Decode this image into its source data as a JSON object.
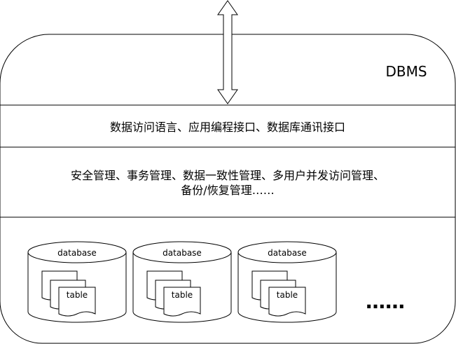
{
  "container": {
    "title": "DBMS"
  },
  "layers": [
    {
      "lines": [
        "数据访问语言、应用编程接口、数据库通讯接口"
      ]
    },
    {
      "lines": [
        "安全管理、事务管理、数据一致性管理、多用户并发访问管理、",
        "备份/恢复管理……"
      ]
    }
  ],
  "databases": [
    {
      "label": "database",
      "table_label": "table"
    },
    {
      "label": "database",
      "table_label": "table"
    },
    {
      "label": "database",
      "table_label": "table"
    }
  ],
  "ellipsis": "……"
}
